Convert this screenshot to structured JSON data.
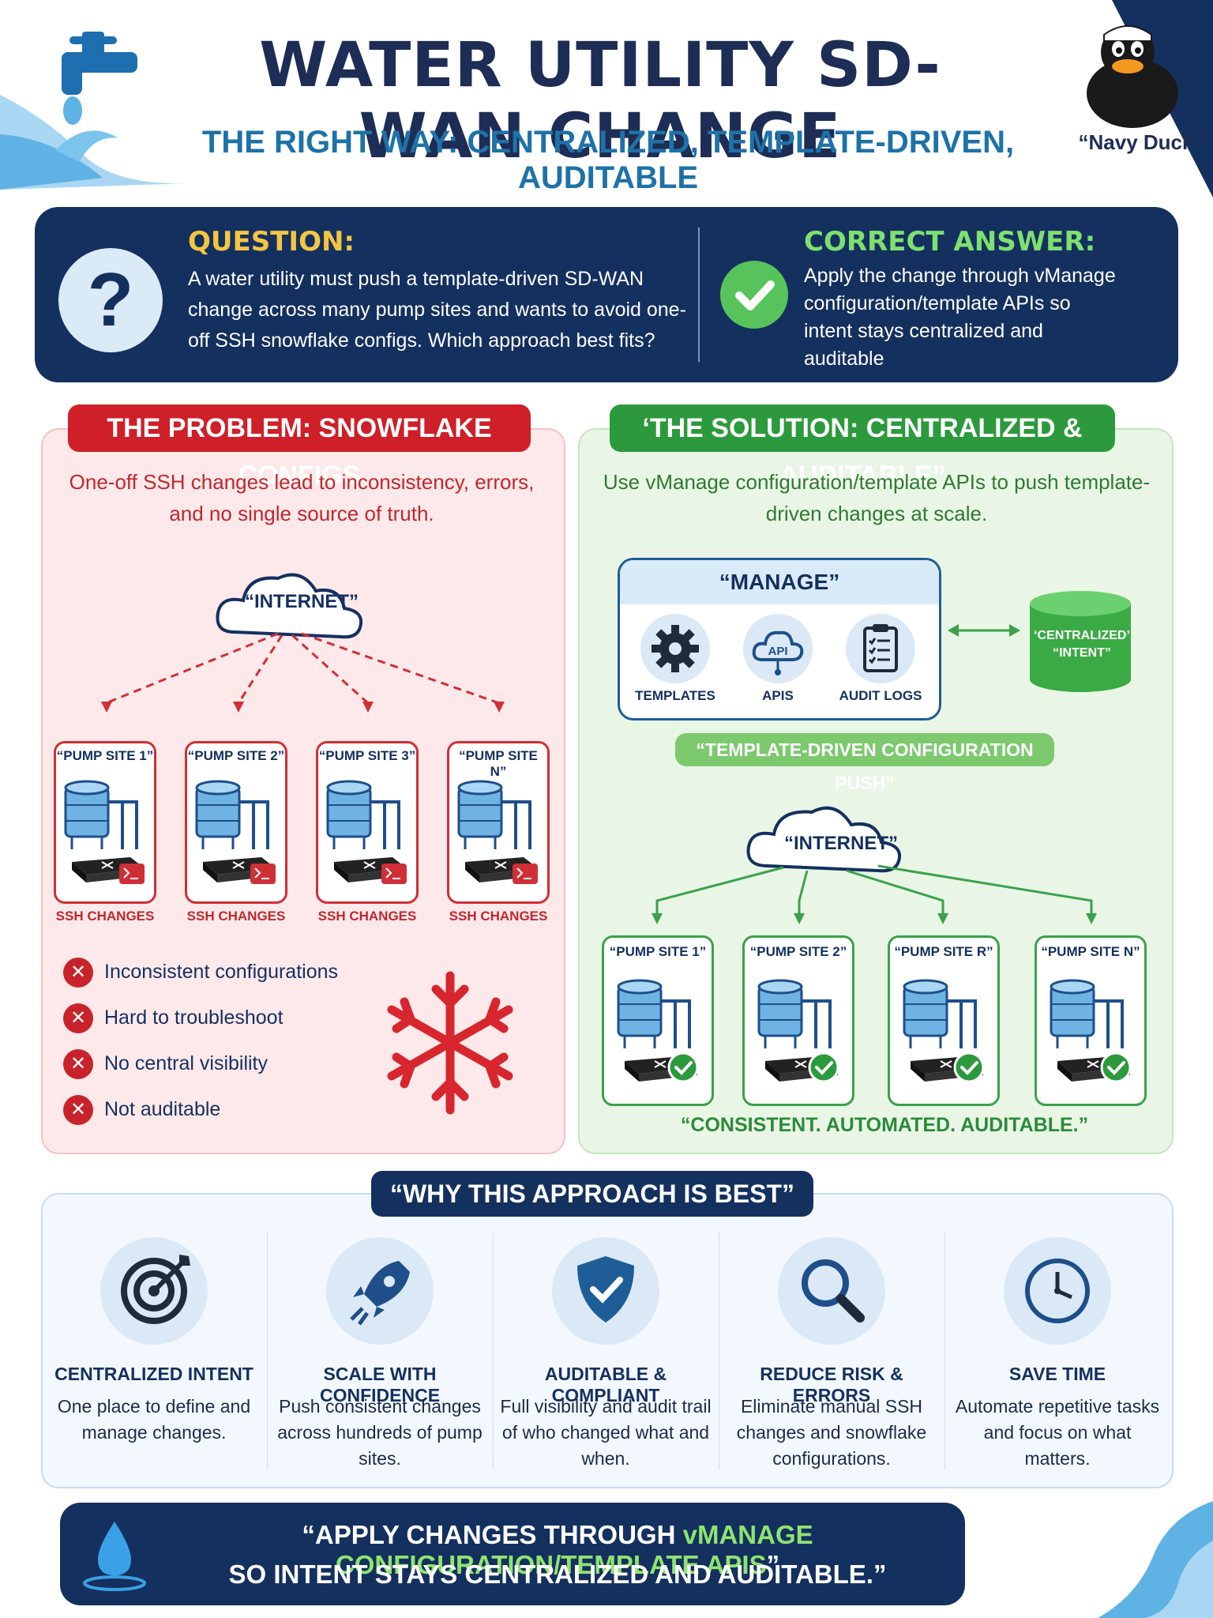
{
  "header": {
    "title": "WATER UTILITY SD-WAN CHANGE",
    "subtitle": "THE RIGHT WAY: CENTRALIZED, TEMPLATE-DRIVEN, AUDITABLE",
    "mascot_label": "“Navy Duck”"
  },
  "qa": {
    "question_label": "QUESTION:",
    "question_mark": "?",
    "question_text": "A water utility must push a template-driven SD-WAN change across many pump sites and wants to avoid one-off SSH snowflake configs. Which approach best fits?",
    "answer_label": "CORRECT ANSWER:",
    "answer_text": "Apply the change through vManage configuration/template APIs so intent stays centralized and auditable"
  },
  "problem": {
    "title": "THE PROBLEM: SNOWFLAKE CONFIGS",
    "description": "One-off SSH changes lead to inconsistency, errors, and no single source of truth.",
    "cloud": "“INTERNET”",
    "sites": [
      {
        "label": "“PUMP SITE 1”",
        "tag": "SSH CHANGES"
      },
      {
        "label": "“PUMP SITE 2”",
        "tag": "SSH CHANGES"
      },
      {
        "label": "“PUMP SITE 3”",
        "tag": "SSH CHANGES"
      },
      {
        "label": "“PUMP SITE N”",
        "tag": "SSH CHANGES"
      }
    ],
    "issues": [
      "Inconsistent configurations",
      "Hard to troubleshoot",
      "No central visibility",
      "Not auditable"
    ],
    "x_glyph": "✕"
  },
  "solution": {
    "title": "‘THE SOLUTION: CENTRALIZED & AUDITABLE”",
    "description": "Use vManage configuration/template APIs to push template-driven changes at scale.",
    "manager_title": "“MANAGE”",
    "manager_items": [
      "TEMPLATES",
      "APIS",
      "AUDIT LOGS"
    ],
    "api_badge": "API",
    "intent_store": [
      "‘CENTRALIZED’",
      "“INTENT”"
    ],
    "push_label": "“TEMPLATE-DRIVEN CONFIGURATION PUSH”",
    "cloud": "“INTERNET”",
    "sites": [
      "“PUMP SITE 1”",
      "“PUMP SITE 2”",
      "“PUMP SITE R”",
      "“PUMP SITE N”"
    ],
    "tagline": "“CONSISTENT. AUTOMATED. AUDITABLE.”"
  },
  "why": {
    "title": "“WHY THIS APPROACH IS BEST”",
    "items": [
      {
        "heading": "CENTRALIZED INTENT",
        "text": "One place to define and manage changes.",
        "icon": "target-icon"
      },
      {
        "heading": "SCALE WITH CONFIDENCE",
        "text": "Push consistent changes across hundreds of pump sites.",
        "icon": "rocket-icon"
      },
      {
        "heading": "AUDITABLE & COMPLIANT",
        "text": "Full visibility and audit trail of who changed what and when.",
        "icon": "shield-check-icon"
      },
      {
        "heading": "REDUCE RISK & ERRORS",
        "text": "Eliminate manual SSH changes and snowflake configurations.",
        "icon": "magnifier-icon"
      },
      {
        "heading": "SAVE TIME",
        "text": "Automate repetitive tasks and focus on what matters.",
        "icon": "clock-icon"
      }
    ]
  },
  "footer": {
    "line1_prefix": "“APPLY CHANGES THROUGH ",
    "line1_highlight": "vMANAGE CONFIGURATION/TEMPLATE APIS",
    "line1_suffix": "”",
    "line2": "SO INTENT STAYS CENTRALIZED AND AUDITABLE.”"
  },
  "colors": {
    "navy": "#14305f",
    "problem_red": "#cf1f28",
    "solution_green": "#2c9a3c",
    "accent_yellow": "#f5c542",
    "accent_green": "#7ee06f"
  }
}
